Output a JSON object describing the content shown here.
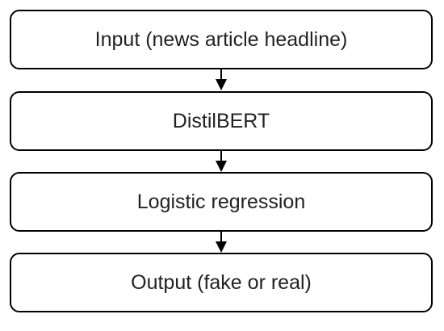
{
  "flowchart": {
    "nodes": [
      {
        "label": "Input (news article headline)"
      },
      {
        "label": "DistilBERT"
      },
      {
        "label": "Logistic regression"
      },
      {
        "label": "Output (fake or real)"
      }
    ],
    "edges": [
      {
        "from": 0,
        "to": 1
      },
      {
        "from": 1,
        "to": 2
      },
      {
        "from": 2,
        "to": 3
      }
    ],
    "colors": {
      "stroke": "#000000",
      "fill": "#ffffff",
      "text": "#222222"
    }
  }
}
